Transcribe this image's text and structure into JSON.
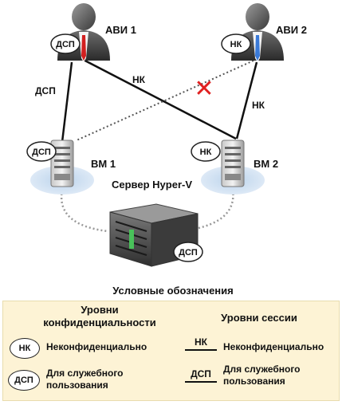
{
  "diagram": {
    "users": [
      {
        "name": "АВИ 1",
        "badge": "ДСП"
      },
      {
        "name": "АВИ 2",
        "badge": "НК"
      }
    ],
    "vms": [
      {
        "name": "ВМ 1",
        "badge": "ДСП"
      },
      {
        "name": "ВМ 2",
        "badge": "НК"
      }
    ],
    "server": {
      "name": "Сервер Hyper-V",
      "badge": "ДСП"
    },
    "link_labels": {
      "avi1_vm1": "ДСП",
      "avi1_vm2": "НК",
      "avi2_vm2": "НК"
    },
    "blocked_link_marker": "✕",
    "colors": {
      "blocked": "#e02020",
      "avi1_tie": "#d21f1f",
      "avi2_tie": "#3a7ad8",
      "legend_bg": "#fdf3d5"
    }
  },
  "legend": {
    "title": "Условные обозначения",
    "left_header": "Уровни конфиденциальности",
    "right_header": "Уровни сессии",
    "items_left": [
      {
        "badge": "НК",
        "text": "Неконфиденциально"
      },
      {
        "badge": "ДСП",
        "text": "Для служебного пользования"
      }
    ],
    "items_right": [
      {
        "line_label": "НК",
        "text": "Неконфиденциально"
      },
      {
        "line_label": "ДСП",
        "text": "Для служебного пользования"
      }
    ]
  }
}
